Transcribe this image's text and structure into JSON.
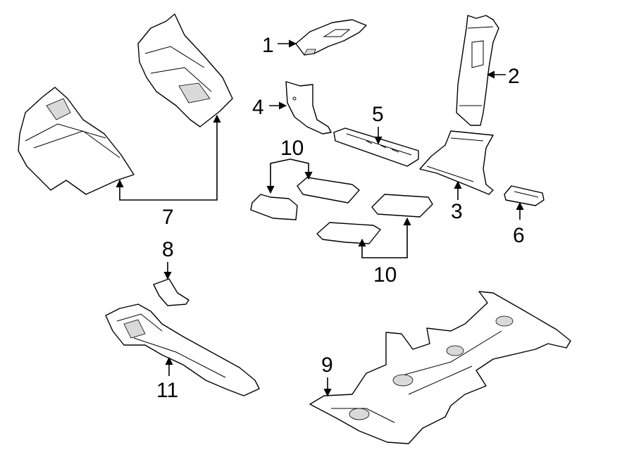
{
  "diagram": {
    "callouts": {
      "c1": "1",
      "c2": "2",
      "c3": "3",
      "c4": "4",
      "c5": "5",
      "c6": "6",
      "c7": "7",
      "c8": "8",
      "c9": "9",
      "c10a": "10",
      "c10b": "10",
      "c11": "11"
    },
    "colors": {
      "line": "#000000",
      "background": "#ffffff"
    }
  }
}
